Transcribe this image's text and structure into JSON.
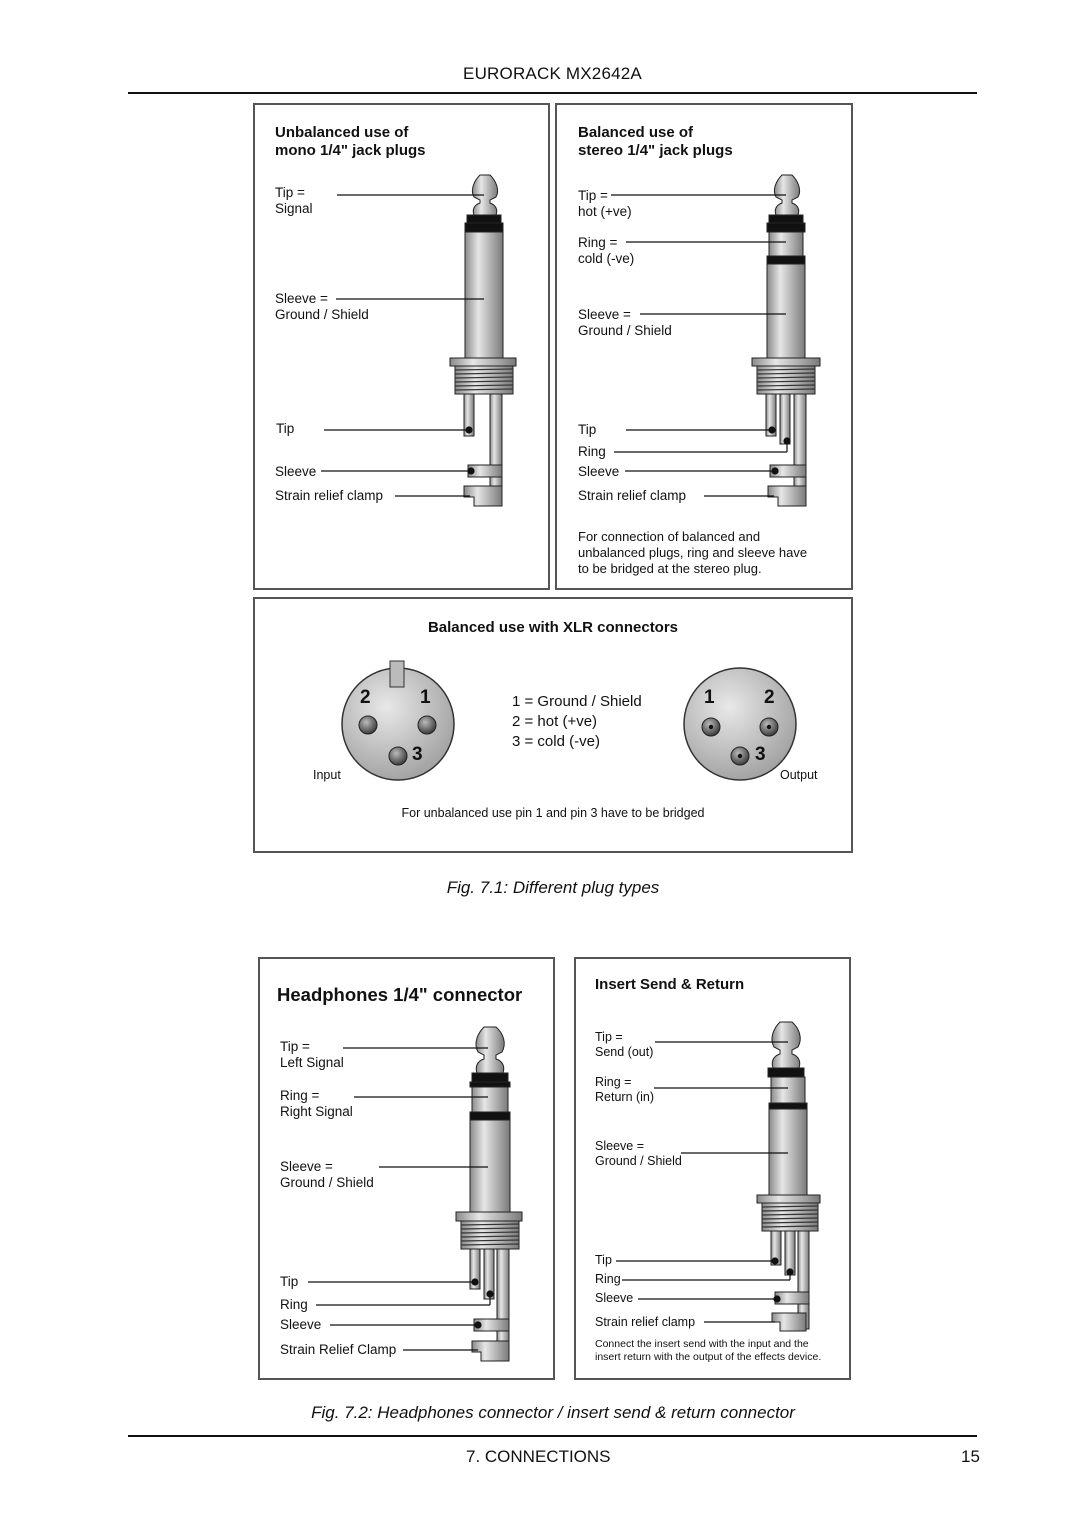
{
  "header": {
    "title": "EURORACK MX2642A"
  },
  "panels": {
    "mono": {
      "title": "Unbalanced use of\nmono 1/4\" jack plugs",
      "tip": "Tip =\nSignal",
      "sleeve": "Sleeve =\nGround / Shield",
      "solder_tip": "Tip",
      "solder_sleeve": "Sleeve",
      "clamp": "Strain relief clamp"
    },
    "stereo": {
      "title": "Balanced use of\nstereo 1/4\" jack plugs",
      "tip": "Tip =\nhot (+ve)",
      "ring": "Ring =\ncold (-ve)",
      "sleeve": "Sleeve =\nGround / Shield",
      "solder_tip": "Tip",
      "solder_ring": "Ring",
      "solder_sleeve": "Sleeve",
      "clamp": "Strain relief clamp",
      "note": "For connection of balanced and\nunbalanced plugs, ring and sleeve have\nto be bridged at the stereo plug."
    },
    "xlr": {
      "title": "Balanced use with XLR connectors",
      "legend": [
        "1 = Ground / Shield",
        "2 = hot (+ve)",
        "3 = cold (-ve)"
      ],
      "input_label": "Input",
      "output_label": "Output",
      "input_pins": [
        "2",
        "1",
        "3"
      ],
      "output_pins": [
        "1",
        "2",
        "3"
      ],
      "note": "For unbalanced use pin 1 and pin 3 have to be bridged"
    },
    "headphones": {
      "title": "Headphones 1/4\" connector",
      "tip": "Tip =\nLeft Signal",
      "ring": "Ring =\nRight Signal",
      "sleeve": "Sleeve =\nGround / Shield",
      "solder_tip": "Tip",
      "solder_ring": "Ring",
      "solder_sleeve": "Sleeve",
      "clamp": "Strain Relief Clamp"
    },
    "insert": {
      "title": "Insert Send & Return",
      "tip": "Tip =\nSend (out)",
      "ring": "Ring =\nReturn (in)",
      "sleeve": "Sleeve =\nGround / Shield",
      "solder_tip": "Tip",
      "solder_ring": "Ring",
      "solder_sleeve": "Sleeve",
      "clamp": "Strain relief clamp",
      "note": "Connect the insert send with the input and the\ninsert return with the output of the effects device."
    }
  },
  "captions": {
    "fig1": "Fig. 7.1: Different plug types",
    "fig2": "Fig. 7.2: Headphones connector / insert send & return connector"
  },
  "footer": {
    "section": "7.  CONNECTIONS",
    "page": "15"
  }
}
